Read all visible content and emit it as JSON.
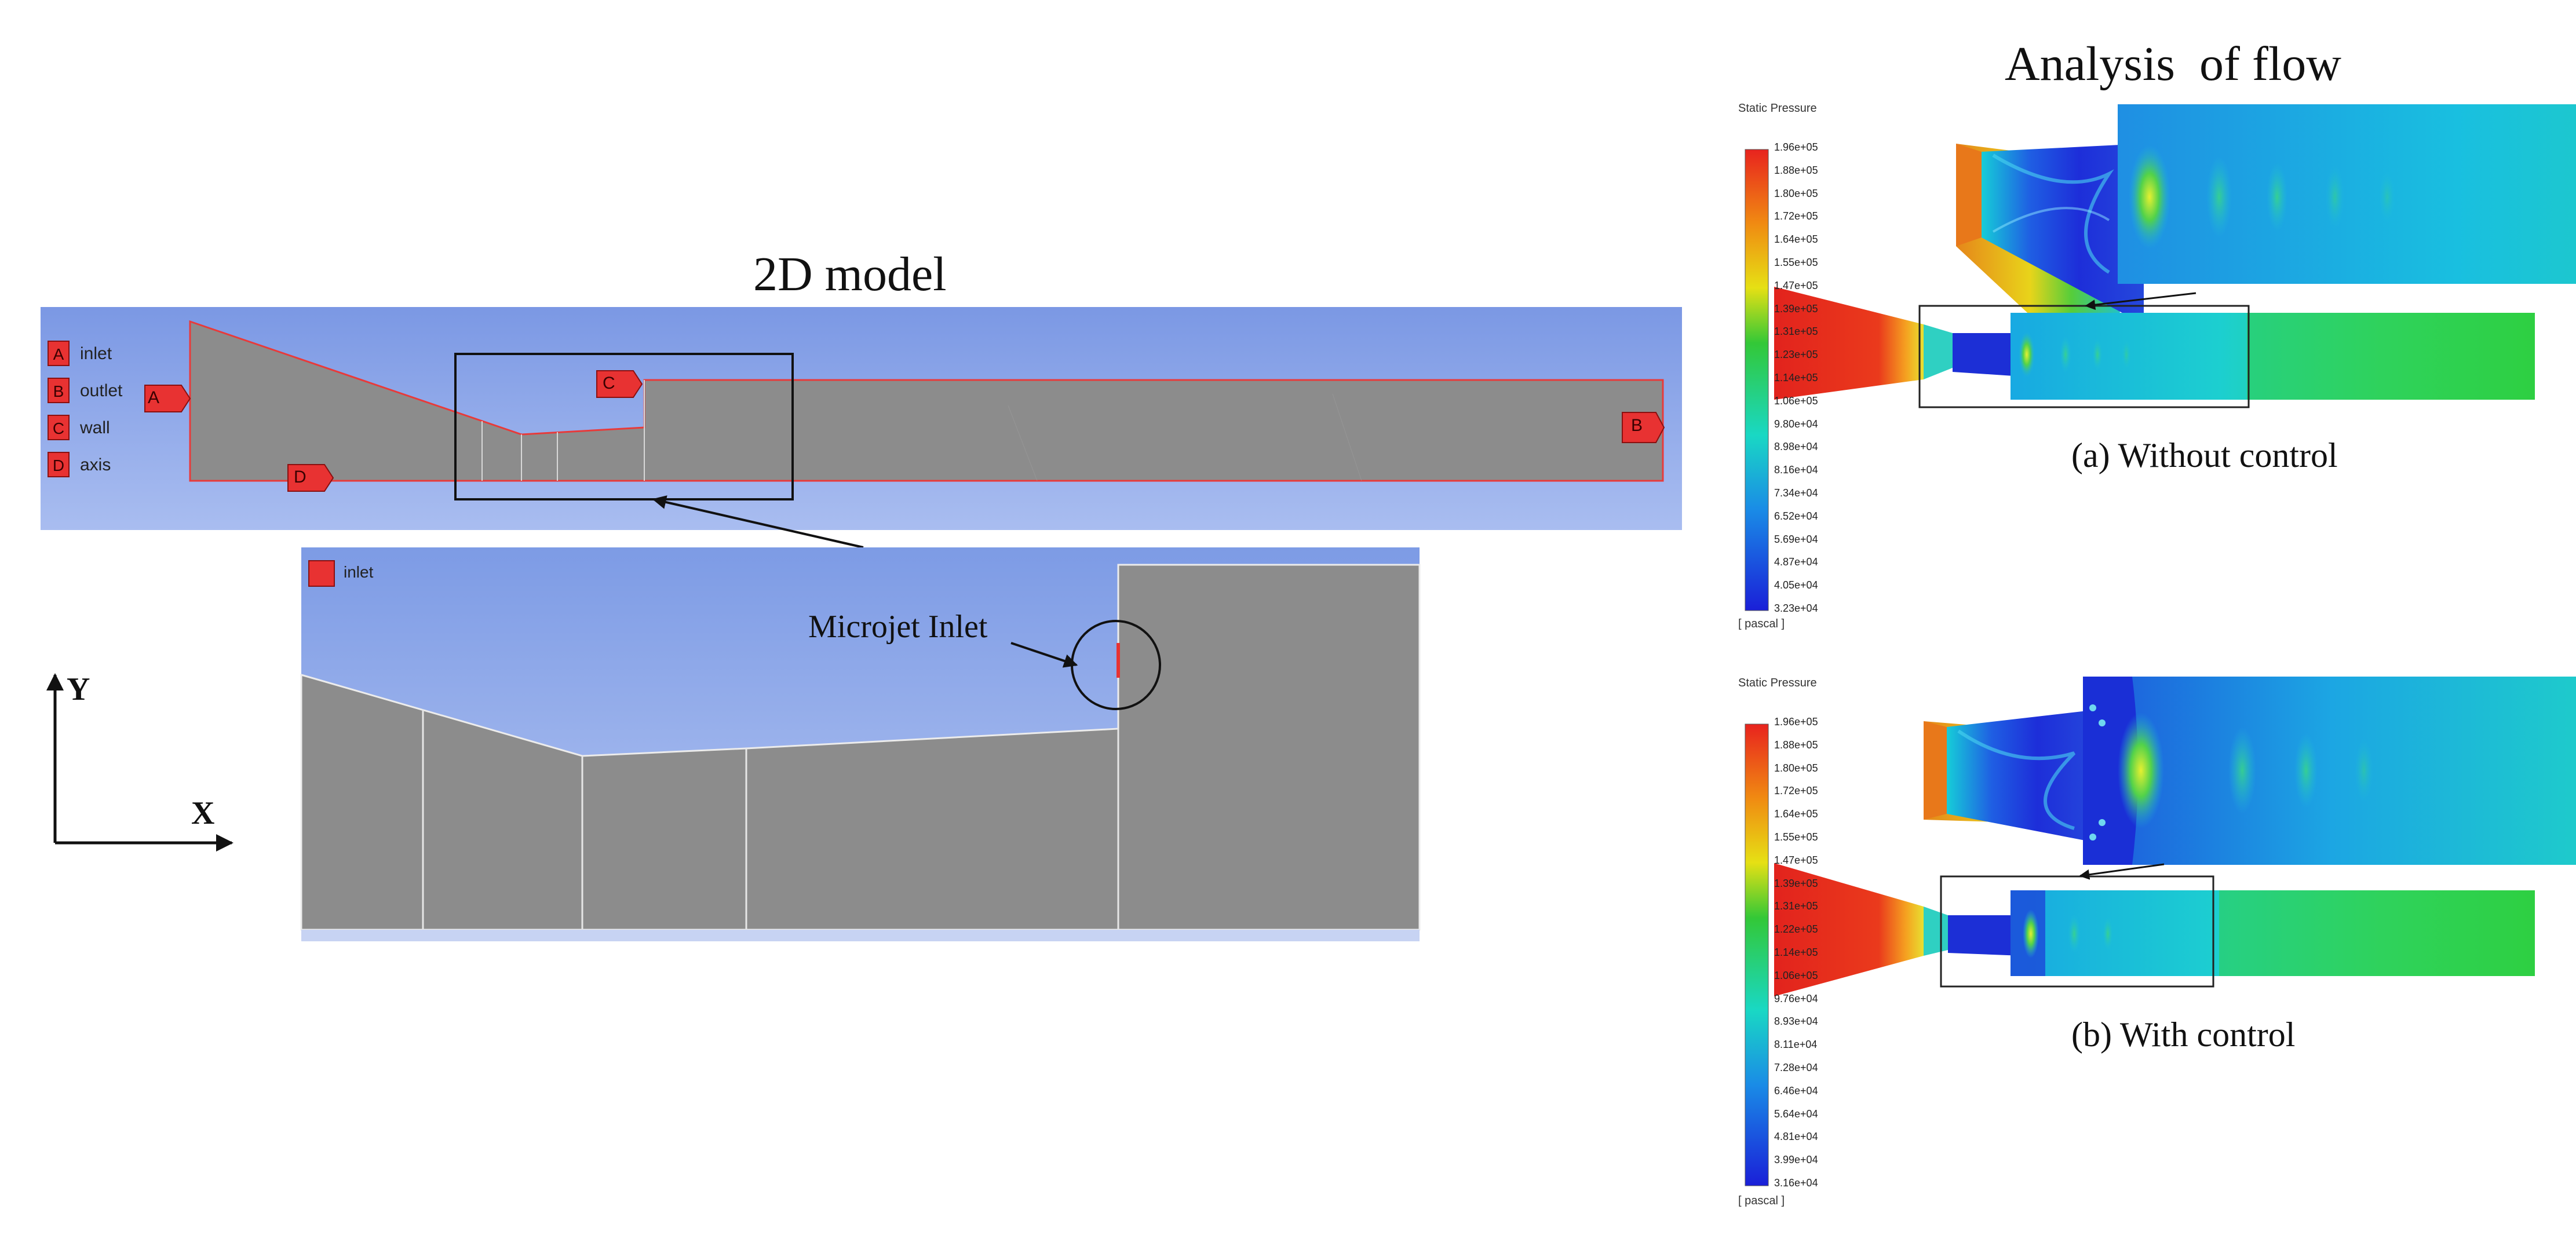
{
  "model": {
    "title": "2D model",
    "boundaries": [
      {
        "letter": "A",
        "name": "inlet"
      },
      {
        "letter": "B",
        "name": "outlet"
      },
      {
        "letter": "C",
        "name": "wall"
      },
      {
        "letter": "D",
        "name": "axis"
      }
    ],
    "zoom_legend": "inlet",
    "microjet_label": "Microjet Inlet",
    "axis_y": "Y",
    "axis_x": "X"
  },
  "analysis": {
    "title": "Analysis  of flow",
    "panels": [
      {
        "legend_title": "Static Pressure",
        "unit": "[ pascal ]",
        "ticks": [
          "1.96e+05",
          "1.88e+05",
          "1.80e+05",
          "1.72e+05",
          "1.64e+05",
          "1.55e+05",
          "1.47e+05",
          "1.39e+05",
          "1.31e+05",
          "1.23e+05",
          "1.14e+05",
          "1.06e+05",
          "9.80e+04",
          "8.98e+04",
          "8.16e+04",
          "7.34e+04",
          "6.52e+04",
          "5.69e+04",
          "4.87e+04",
          "4.05e+04",
          "3.23e+04"
        ],
        "caption": "(a) Without control"
      },
      {
        "legend_title": "Static Pressure",
        "unit": "[ pascal ]",
        "ticks": [
          "1.96e+05",
          "1.88e+05",
          "1.80e+05",
          "1.72e+05",
          "1.64e+05",
          "1.55e+05",
          "1.47e+05",
          "1.39e+05",
          "1.31e+05",
          "1.22e+05",
          "1.14e+05",
          "1.06e+05",
          "9.76e+04",
          "8.93e+04",
          "8.11e+04",
          "7.28e+04",
          "6.46e+04",
          "5.64e+04",
          "4.81e+04",
          "3.99e+04",
          "3.16e+04"
        ],
        "caption": "(b) With control"
      }
    ]
  },
  "colors": {
    "background_blue": "#7f9ee6",
    "geometry_gray": "#8c8c8c",
    "boundary_red": "#e83232",
    "high_pressure": "#e8231e",
    "low_pressure": "#1a2fd8"
  }
}
